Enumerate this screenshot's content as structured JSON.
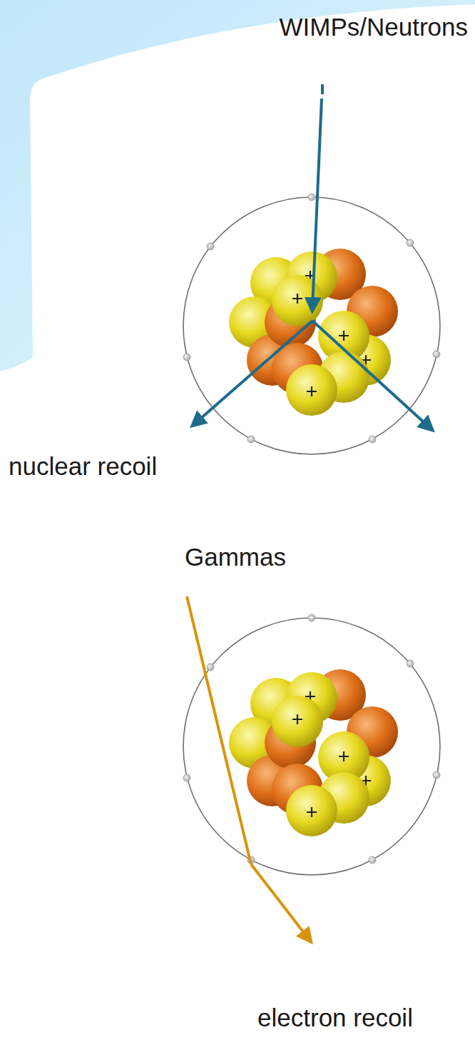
{
  "diagram": {
    "labels": [
      "WIMPs/Neutrons",
      "nuclear recoil",
      "Gammas",
      "electron recoil"
    ]
  }
}
